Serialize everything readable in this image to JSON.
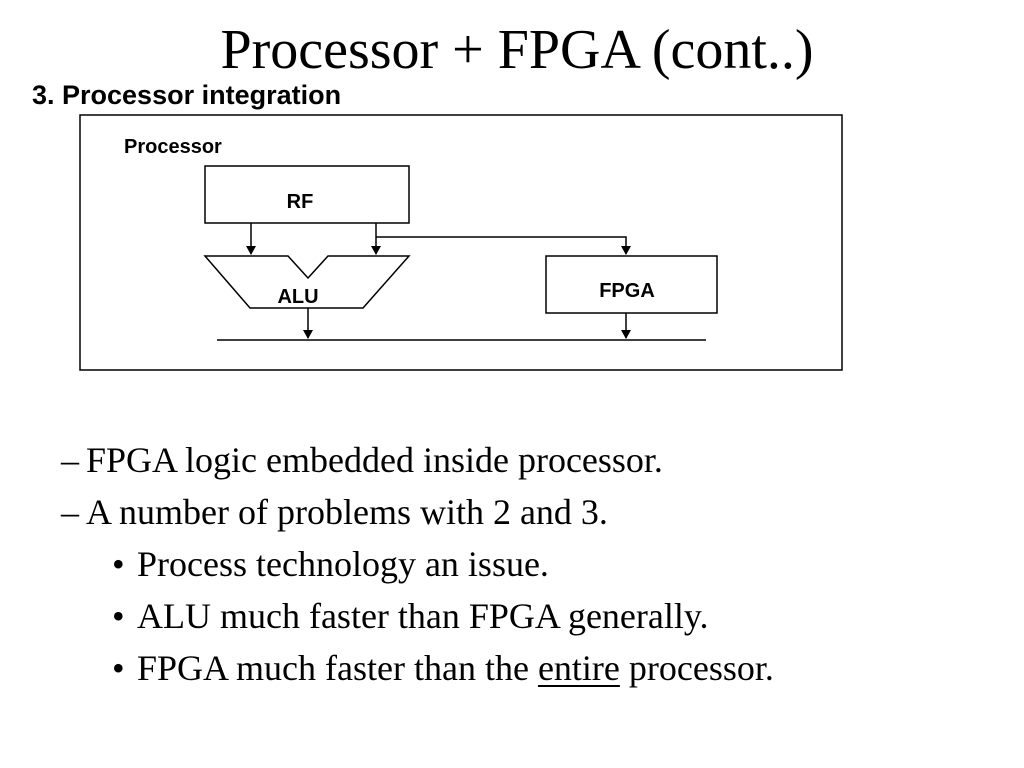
{
  "slide": {
    "title": "Processor + FPGA (cont..)",
    "section_heading": "3. Processor integration"
  },
  "diagram": {
    "container_label": "Processor",
    "blocks": {
      "register_file": "RF",
      "alu": "ALU",
      "fpga": "FPGA"
    }
  },
  "bullets": [
    {
      "marker": "–",
      "text": "FPGA logic embedded inside processor."
    },
    {
      "marker": "–",
      "text": "A number of problems with 2 and 3."
    },
    {
      "marker": "•",
      "text": "Process technology an issue."
    },
    {
      "marker": "•",
      "text": "ALU much faster than FPGA generally."
    },
    {
      "marker": "•",
      "text_before": "FPGA much faster than the ",
      "emphasis": "entire",
      "text_after": " processor."
    }
  ]
}
